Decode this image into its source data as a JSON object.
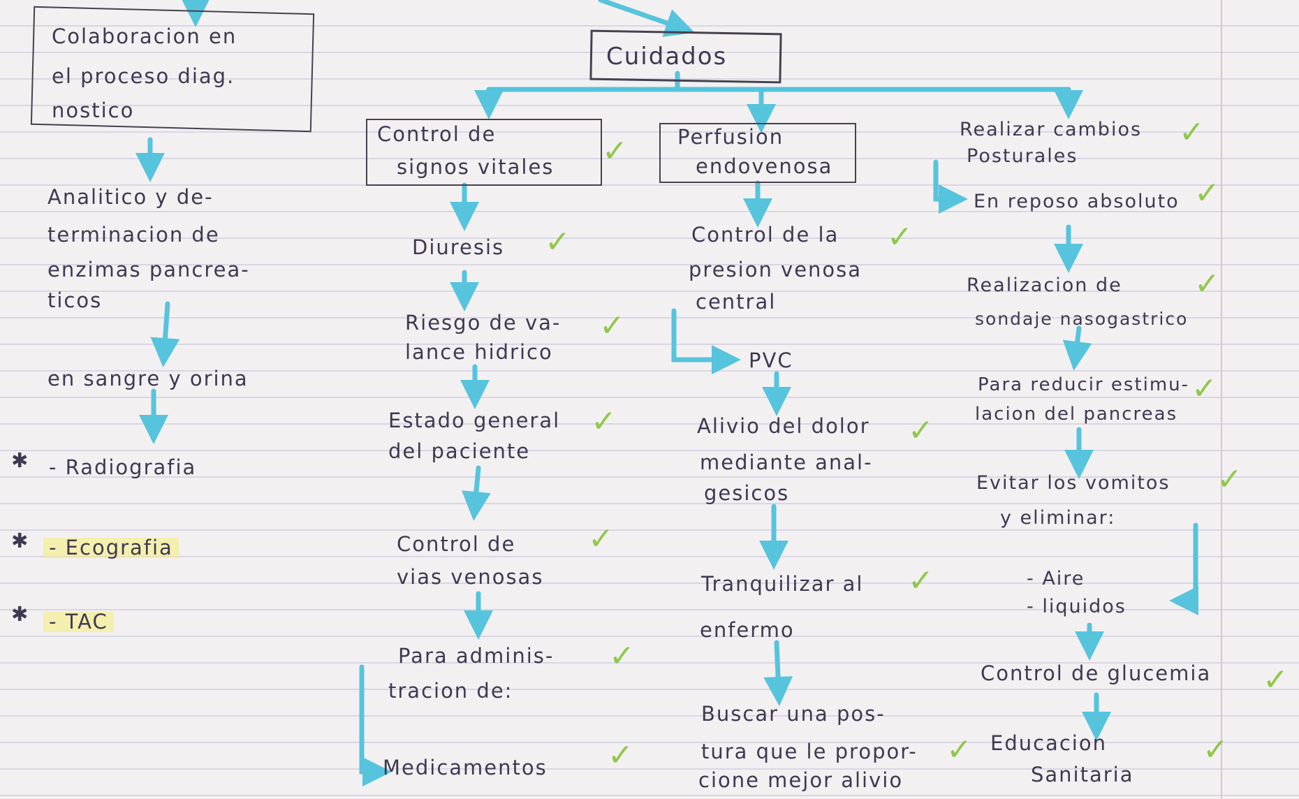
{
  "diagnostic": {
    "title_lines": [
      "Colaboracion en",
      "el proceso diag.",
      "nostico"
    ],
    "analysis_lines": [
      "Analitico y de-",
      "terminacion de",
      "enzimas pancrea-",
      "ticos"
    ],
    "sample": "en sangre y orina",
    "tests": [
      "- Radiografia",
      "- Ecografia",
      "- TAC"
    ],
    "test_bullet": "✱"
  },
  "root": "Cuidados",
  "column1": {
    "box_lines": [
      "Control de",
      "signos vitales"
    ],
    "items": [
      {
        "lines": [
          "Diuresis"
        ]
      },
      {
        "lines": [
          "Riesgo de va-",
          "lance hidrico"
        ]
      },
      {
        "lines": [
          "Estado general",
          "del paciente"
        ]
      },
      {
        "lines": [
          "Control de",
          "vias venosas"
        ]
      },
      {
        "lines": [
          "Para adminis-",
          "tracion de:"
        ]
      },
      {
        "lines": [
          "Medicamentos"
        ]
      }
    ]
  },
  "column2": {
    "box_lines": [
      "Perfusion",
      "endovenosa"
    ],
    "items": [
      {
        "lines": [
          "Control de la",
          "presion venosa",
          "central"
        ]
      },
      {
        "lines": [
          "PVC"
        ]
      },
      {
        "lines": [
          "Alivio del dolor",
          "mediante anal-",
          "gesicos"
        ]
      },
      {
        "lines": [
          "Tranquilizar al",
          "enfermo"
        ]
      },
      {
        "lines": [
          "Buscar una pos-",
          "tura que le propor-",
          "cione mejor alivio"
        ]
      }
    ]
  },
  "column3": {
    "items": [
      {
        "lines": [
          "Realizar cambios",
          "Posturales"
        ]
      },
      {
        "lines": [
          "En reposo absoluto"
        ]
      },
      {
        "lines": [
          "Realizacion de",
          "sondaje nasogastrico"
        ]
      },
      {
        "lines": [
          "Para reducir estimu-",
          "lacion del pancreas"
        ]
      },
      {
        "lines": [
          "Evitar los vomitos",
          "y eliminar:"
        ]
      },
      {
        "lines": [
          "- Aire",
          "- liquidos"
        ]
      },
      {
        "lines": [
          "Control de glucemia"
        ]
      },
      {
        "lines": [
          "Educacion",
          "Sanitaria"
        ]
      }
    ]
  },
  "check_mark": "✓",
  "colors": {
    "ink": "#3e3950",
    "arrow": "#56c4dc",
    "check": "#8fc84a",
    "highlight": "#f6ee78",
    "paper": "#f3f0f2"
  }
}
